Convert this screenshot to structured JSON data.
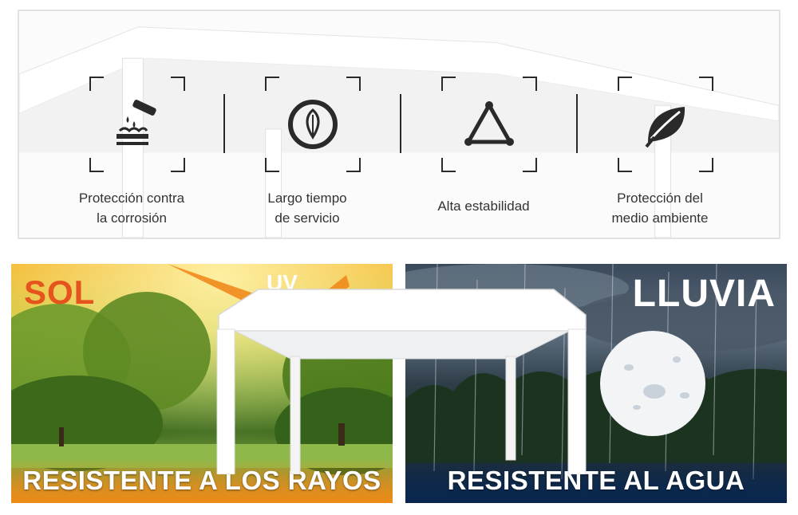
{
  "features": [
    {
      "label_line1": "Protección contra",
      "label_line2": "la corrosión",
      "icon": "corrosion-icon"
    },
    {
      "label_line1": "Largo tiempo",
      "label_line2": "de servicio",
      "icon": "leaf-circle-icon"
    },
    {
      "label_line1": "Alta estabilidad",
      "label_line2": "",
      "icon": "triangle-icon"
    },
    {
      "label_line1": "Protección del",
      "label_line2": "medio ambiente",
      "icon": "leaf-icon"
    }
  ],
  "sun_panel": {
    "title": "SOL",
    "uv_label": "UV",
    "caption": "RESISTENTE A LOS RAYOS UV"
  },
  "rain_panel": {
    "title": "LLUVIA",
    "caption": "RESISTENTE AL AGUA"
  },
  "colors": {
    "sol_title": "#e5541c",
    "uv_arrow": "#f08a1c",
    "frame": "#e2e2e2",
    "icon": "#2a2a2a"
  }
}
